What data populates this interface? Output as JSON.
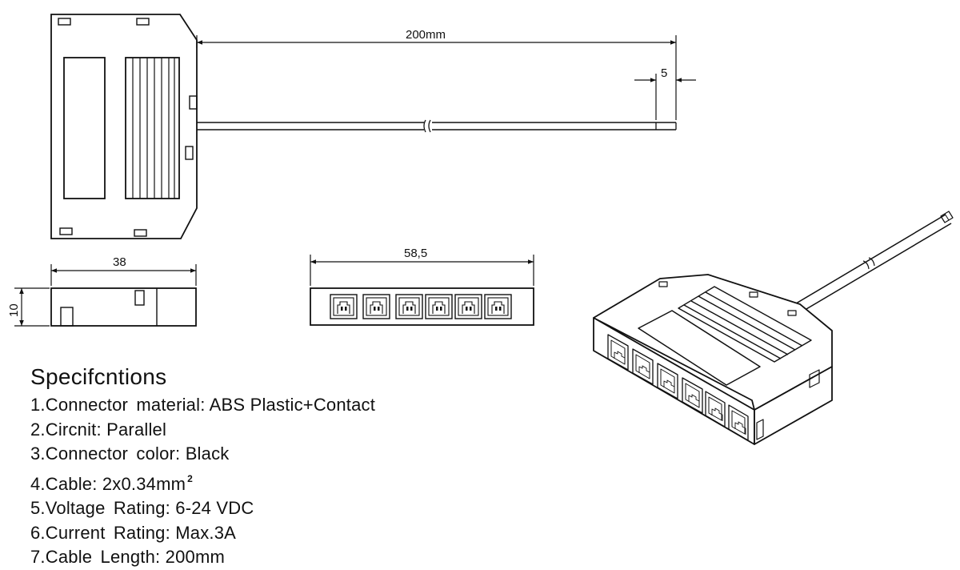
{
  "dimensions": {
    "cable_length": "200mm",
    "strip_length": "5",
    "width": "38",
    "height": "10",
    "front_length": "58,5"
  },
  "specifications": {
    "title": "Specifcntions",
    "items": [
      {
        "label": "1.Connector material:",
        "value": "ABS Plastic+Contact"
      },
      {
        "label": "2.Circnit:",
        "value": "Parallel"
      },
      {
        "label": "3.Connector color:",
        "value": "Black"
      },
      {
        "label": "4.Cable:",
        "value": "2x0.34mm",
        "superscript": "2"
      },
      {
        "label": "5.Voltage Rating:",
        "value": "6-24 VDC"
      },
      {
        "label": "6.Current Rating:",
        "value": "Max.3A"
      },
      {
        "label": "7.Cable Length:",
        "value": "200mm"
      }
    ]
  },
  "colors": {
    "line": "#111111",
    "background": "#ffffff"
  },
  "icons": [
    "arrow-icon"
  ]
}
